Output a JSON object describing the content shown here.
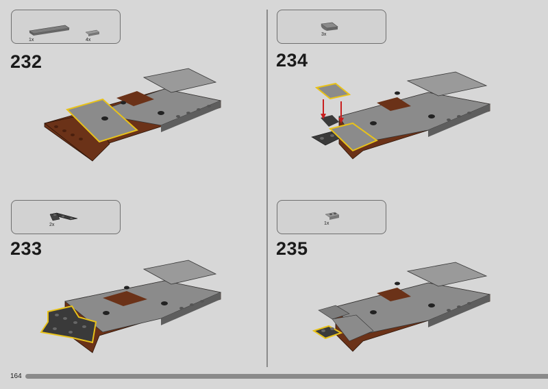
{
  "page_number": "164",
  "steps": [
    {
      "number": "232",
      "parts": [
        {
          "qty": "1x",
          "part": "long-grey-plate"
        },
        {
          "qty": "4x",
          "part": "small-grey-plate"
        }
      ]
    },
    {
      "number": "233",
      "parts": [
        {
          "qty": "2x",
          "part": "dark-l-bracket"
        }
      ]
    },
    {
      "number": "234",
      "parts": [
        {
          "qty": "3x",
          "part": "curved-slope-tile"
        }
      ]
    },
    {
      "number": "235",
      "parts": [
        {
          "qty": "1x",
          "part": "small-grey-plate"
        }
      ]
    }
  ],
  "colors": {
    "highlight": "#e8c21a",
    "arrow": "#c81e1e",
    "brown": "#6b3218",
    "grey": "#8b8b8b",
    "dark": "#3a3a3a"
  }
}
